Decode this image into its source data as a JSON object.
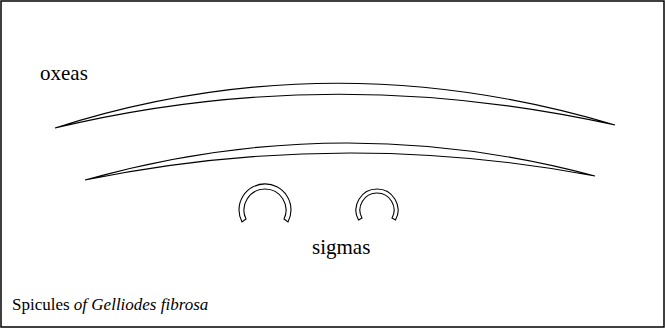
{
  "diagram": {
    "caption": "Spicules of Gelliodes fibrosa",
    "labels": [
      "oxeas",
      "sigmas"
    ]
  }
}
